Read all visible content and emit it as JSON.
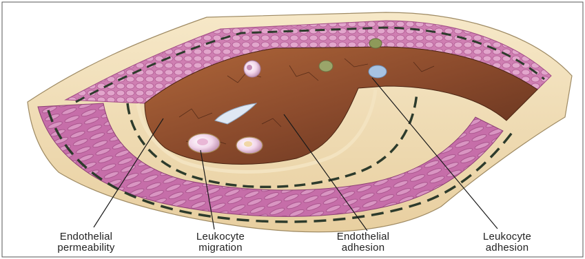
{
  "labels": [
    {
      "line1": "Endothelial",
      "line2": "permeability"
    },
    {
      "line1": "Leukocyte",
      "line2": "migration"
    },
    {
      "line1": "Endothelial",
      "line2": "adhesion"
    },
    {
      "line1": "Leukocyte",
      "line2": "adhesion"
    }
  ],
  "colors": {
    "muscle": "#c46fa8",
    "muscle_light": "#dba1c6",
    "adventitia": "#f0dcb4",
    "lumen": "#8a4a2c",
    "lumen_dark": "#5e2f1c",
    "elastic_band": "#2d3b2c",
    "leader_line": "#1a1a1a"
  },
  "icons": [
    "leukocyte-cell",
    "platelet-cell"
  ]
}
